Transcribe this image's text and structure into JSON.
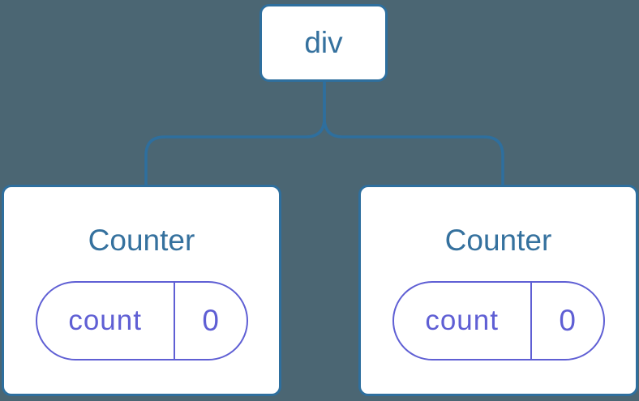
{
  "diagram": {
    "type": "component-tree",
    "root": {
      "label": "div"
    },
    "children": [
      {
        "title": "Counter",
        "state": {
          "key": "count",
          "value": "0"
        }
      },
      {
        "title": "Counter",
        "state": {
          "key": "count",
          "value": "0"
        }
      }
    ],
    "colors": {
      "background": "#4b6673",
      "line": "#2e6f9e",
      "node_fill": "#ffffff",
      "node_text": "#35719e",
      "state_accent": "#5f5fd4"
    }
  }
}
